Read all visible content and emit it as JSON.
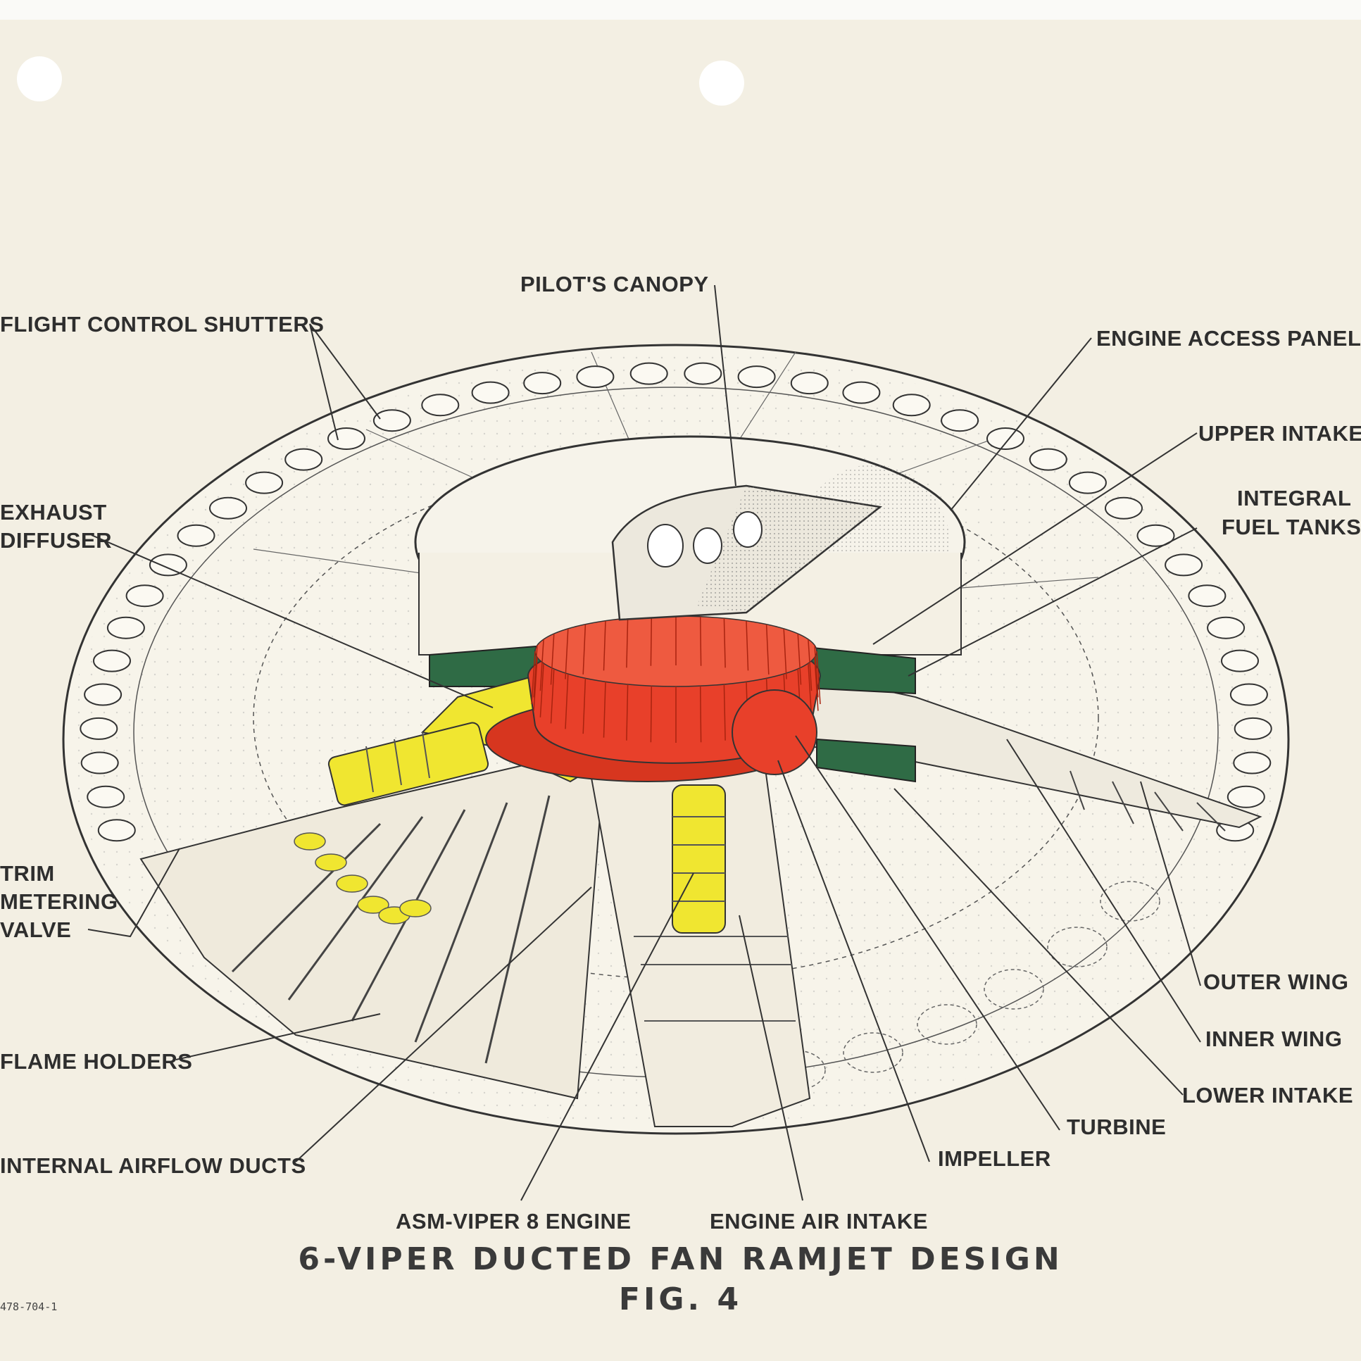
{
  "labels": {
    "pilots_canopy": "PILOT'S CANOPY",
    "flight_control_shutters": "FLIGHT CONTROL SHUTTERS",
    "engine_access_panel": "ENGINE ACCESS PANEL",
    "upper_intake": "UPPER INTAKE",
    "integral_fuel_tanks_1": "INTEGRAL",
    "integral_fuel_tanks_2": "FUEL TANKS",
    "exhaust_diffuser_1": "EXHAUST",
    "exhaust_diffuser_2": "DIFFUSER",
    "trim_metering_valve_1": "TRIM",
    "trim_metering_valve_2": "METERING",
    "trim_metering_valve_3": "VALVE",
    "flame_holders": "FLAME HOLDERS",
    "internal_airflow_ducts": "INTERNAL AIRFLOW DUCTS",
    "asm_viper_8_engine": "ASM-VIPER 8 ENGINE",
    "engine_air_intake": "ENGINE AIR INTAKE",
    "impeller": "IMPELLER",
    "turbine": "TURBINE",
    "lower_intake": "LOWER INTAKE",
    "inner_wing": "INNER WING",
    "outer_wing": "OUTER WING"
  },
  "title": "6-VIPER DUCTED FAN RAMJET DESIGN",
  "figure": "FIG. 4",
  "document_number": "478-704-1",
  "colors": {
    "paper": "#f3efe3",
    "line": "#333333",
    "fan_red": "#e8402a",
    "engine_yellow": "#f0e630",
    "tank_green": "#2f6b45"
  }
}
